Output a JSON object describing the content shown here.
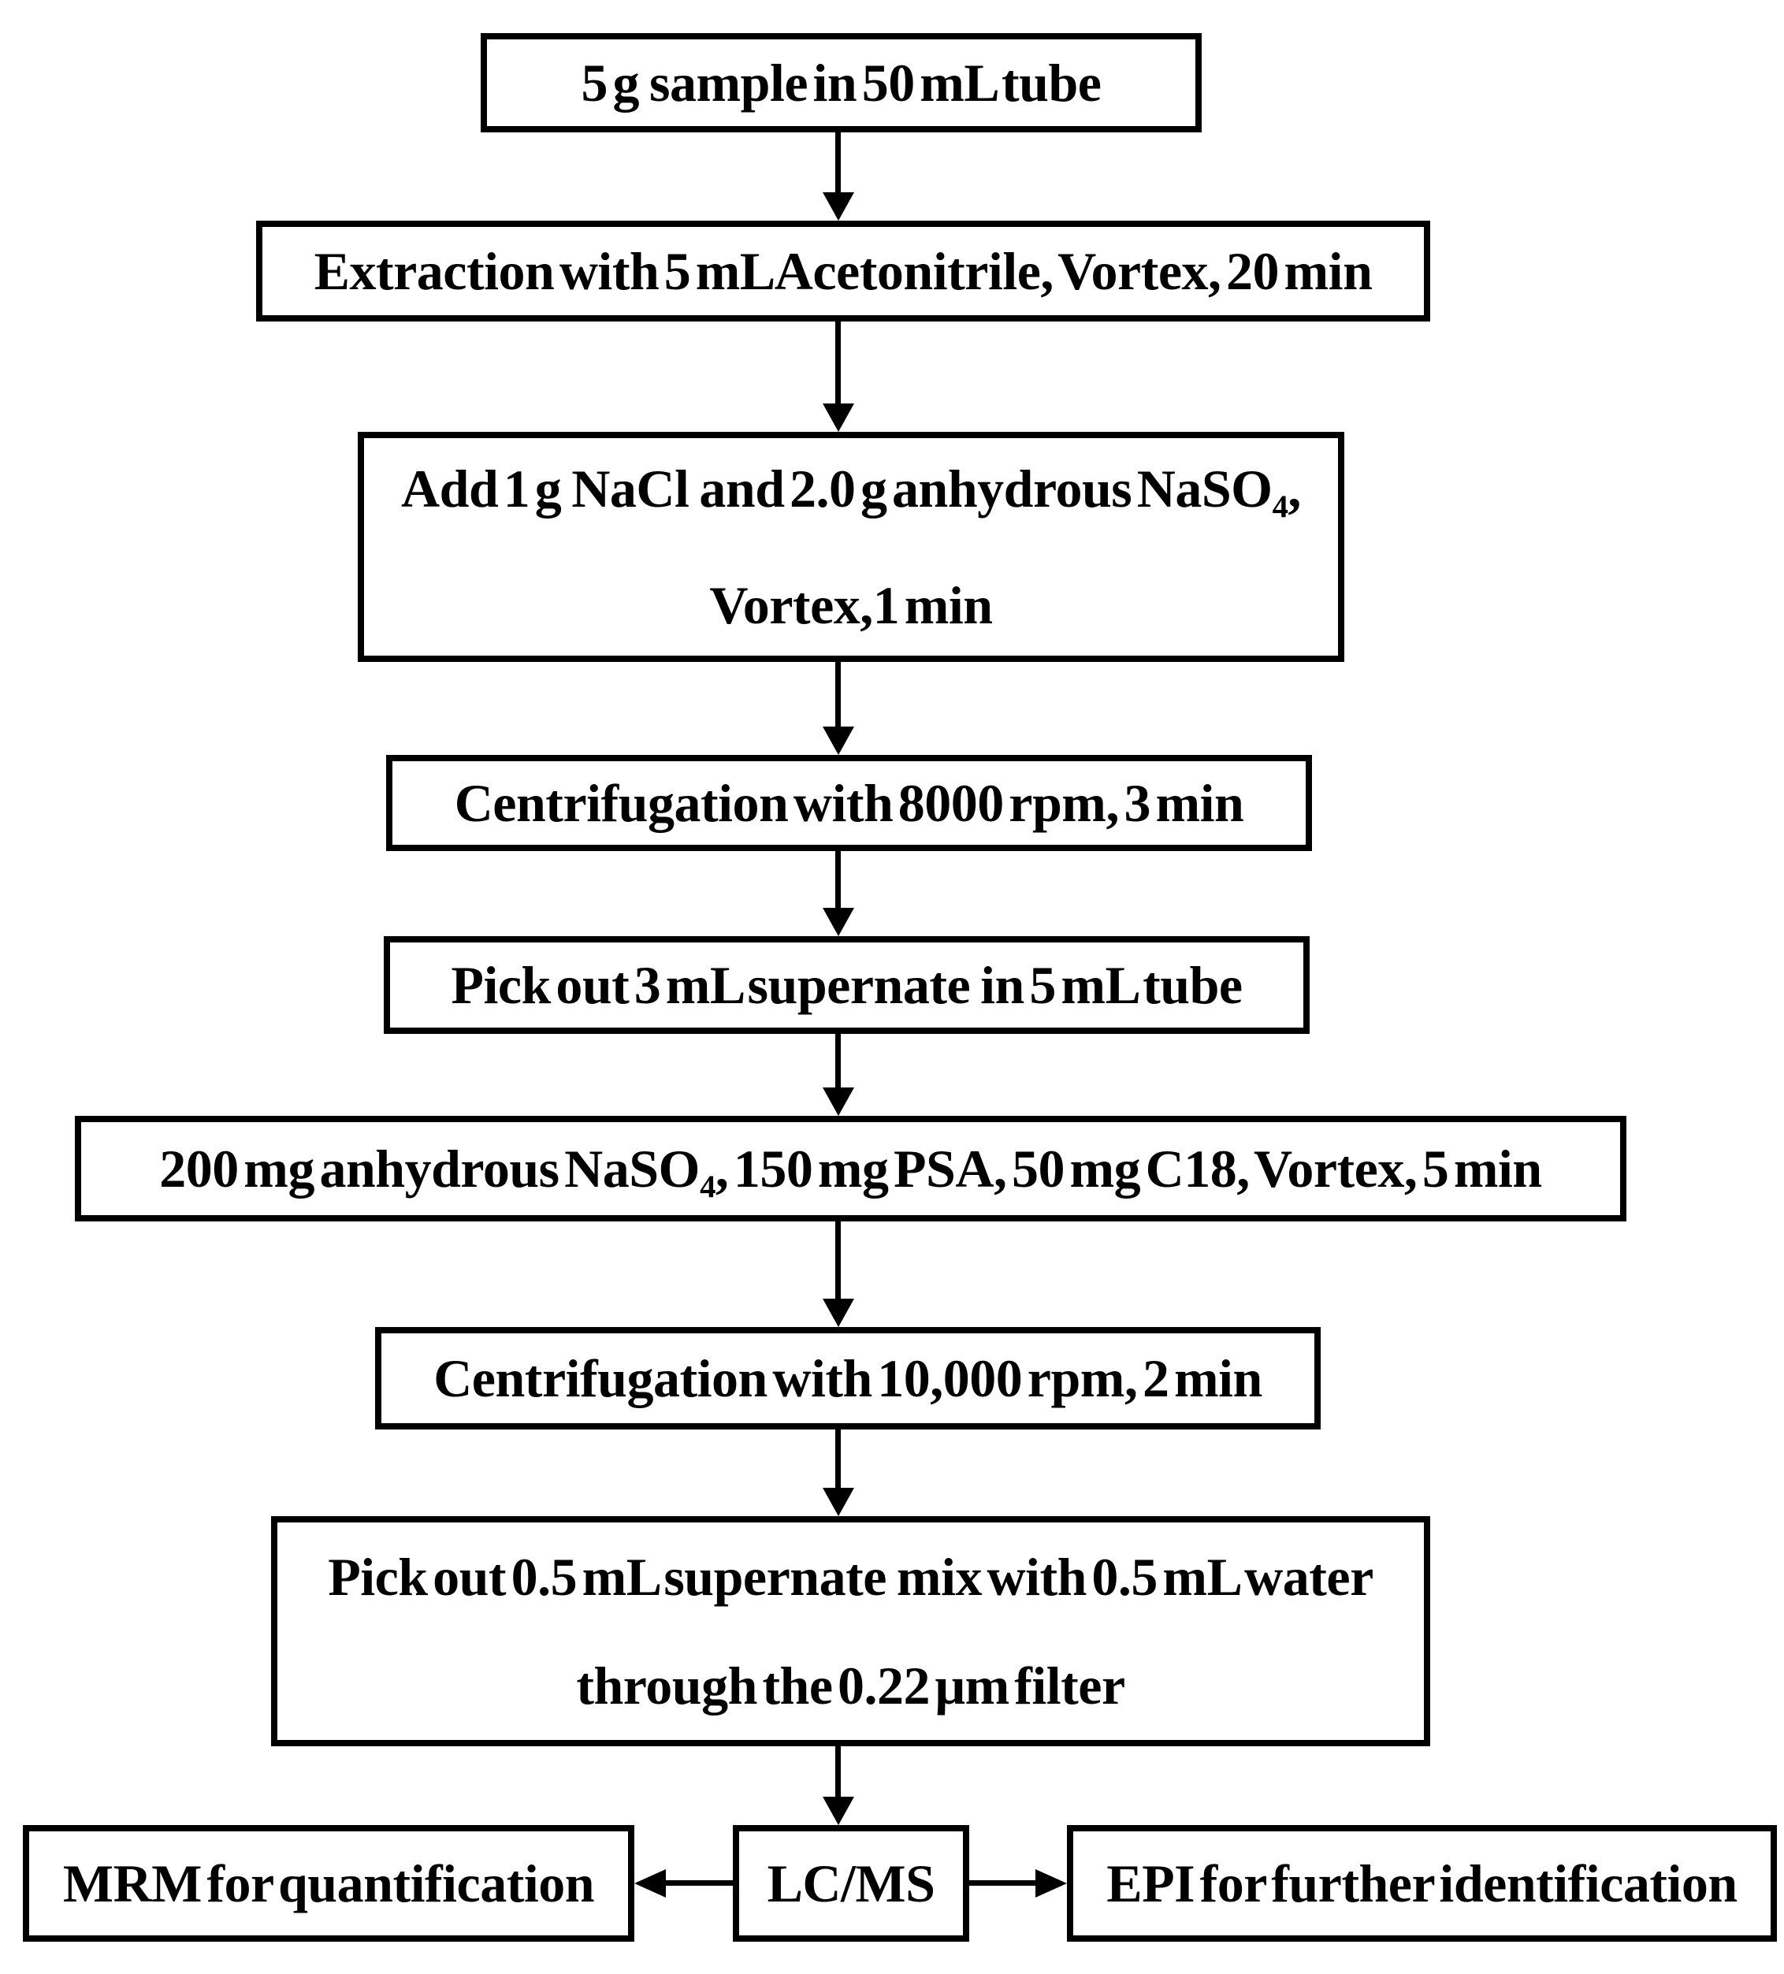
{
  "diagram": {
    "type": "flowchart",
    "background_color": "#ffffff",
    "box_fill_color": "#ffffff",
    "box_border_color": "#000000",
    "line_color": "#000000",
    "text_color": "#000000",
    "steps": [
      {
        "name": "sample",
        "label": "5 g  sample in 50 mL tube"
      },
      {
        "name": "extraction",
        "label": "Extraction with 5 mL Acetonitrile, Vortex, 20 min"
      },
      {
        "name": "add-salts",
        "lines": [
          "Add 1 g  NaCl  and 2.0 g anhydrous NaSO₄,",
          "Vortex,1 min"
        ]
      },
      {
        "name": "centrifugation-1",
        "label": "Centrifugation with 8000 rpm, 3 min"
      },
      {
        "name": "pick-supernate-1",
        "label": "Pick out 3 mL supernate  in 5 mL tube"
      },
      {
        "name": "dspe-cleanup",
        "label": "200 mg anhydrous NaSO₄, 150 mg PSA, 50 mg C18, Vortex, 5 min"
      },
      {
        "name": "centrifugation-2",
        "label": "Centrifugation with 10,000 rpm, 2 min"
      },
      {
        "name": "pick-supernate-2",
        "lines": [
          "Pick out 0.5 mL supernate  mix with 0.5 mL water",
          "through the 0.22 μm filter"
        ]
      },
      {
        "name": "mrm",
        "label": "MRM for quantification"
      },
      {
        "name": "lcms",
        "label": "LC/MS"
      },
      {
        "name": "epi",
        "label": "EPI for further identification"
      }
    ],
    "connections": [
      {
        "from": "sample",
        "to": "extraction",
        "direction": "down"
      },
      {
        "from": "extraction",
        "to": "add-salts",
        "direction": "down"
      },
      {
        "from": "add-salts",
        "to": "centrifugation-1",
        "direction": "down"
      },
      {
        "from": "centrifugation-1",
        "to": "pick-supernate-1",
        "direction": "down"
      },
      {
        "from": "pick-supernate-1",
        "to": "dspe-cleanup",
        "direction": "down"
      },
      {
        "from": "dspe-cleanup",
        "to": "centrifugation-2",
        "direction": "down"
      },
      {
        "from": "centrifugation-2",
        "to": "pick-supernate-2",
        "direction": "down"
      },
      {
        "from": "pick-supernate-2",
        "to": "lcms",
        "direction": "down"
      },
      {
        "from": "lcms",
        "to": "mrm",
        "direction": "left"
      },
      {
        "from": "lcms",
        "to": "epi",
        "direction": "right"
      }
    ]
  }
}
